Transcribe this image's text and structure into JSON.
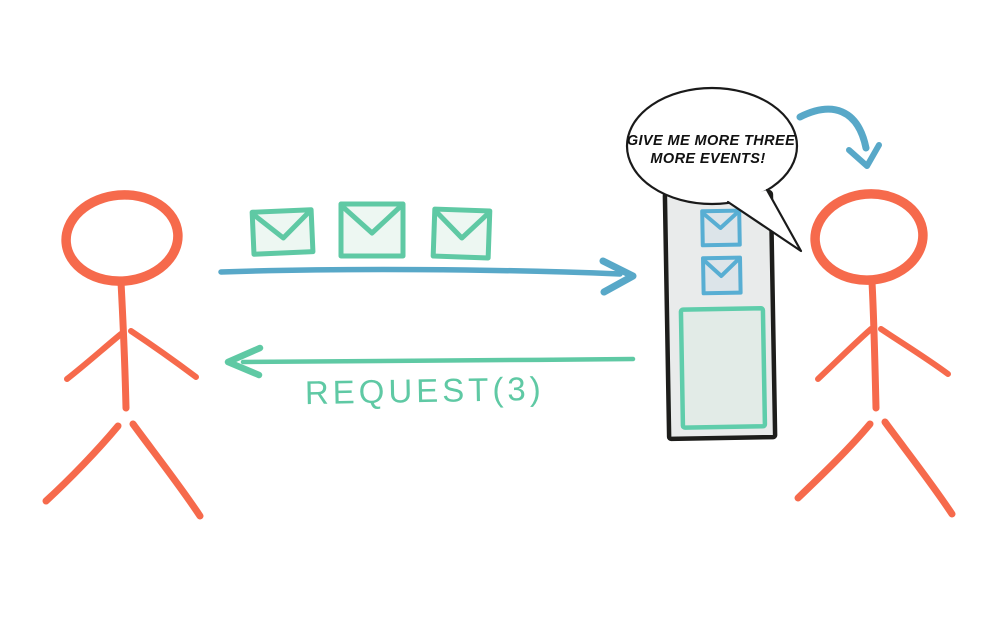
{
  "speech_bubble": {
    "line1": "GIVE ME MORE THREE",
    "line2": "MORE EVENTS!"
  },
  "labels": {
    "request": "REQUEST(3)"
  },
  "counts": {
    "events_in_transit": 3,
    "events_buffered": 2
  },
  "colors": {
    "figure": "#f66a4c",
    "stream_arrow": "#58a8c8",
    "event_green": "#5fc9a4",
    "event_green_fill": "#edf7f2",
    "queued_event_blue": "#58aed3",
    "queued_event_fill": "#dce4e9",
    "queue_border": "#1d1d1b",
    "queue_fill": "#e9ebeb",
    "buffer_border": "#5fcdab",
    "buffer_fill": "#e2ebe7",
    "bubble_border": "#1a1a1a",
    "bubble_fill": "#ffffff",
    "text": "#111111"
  }
}
